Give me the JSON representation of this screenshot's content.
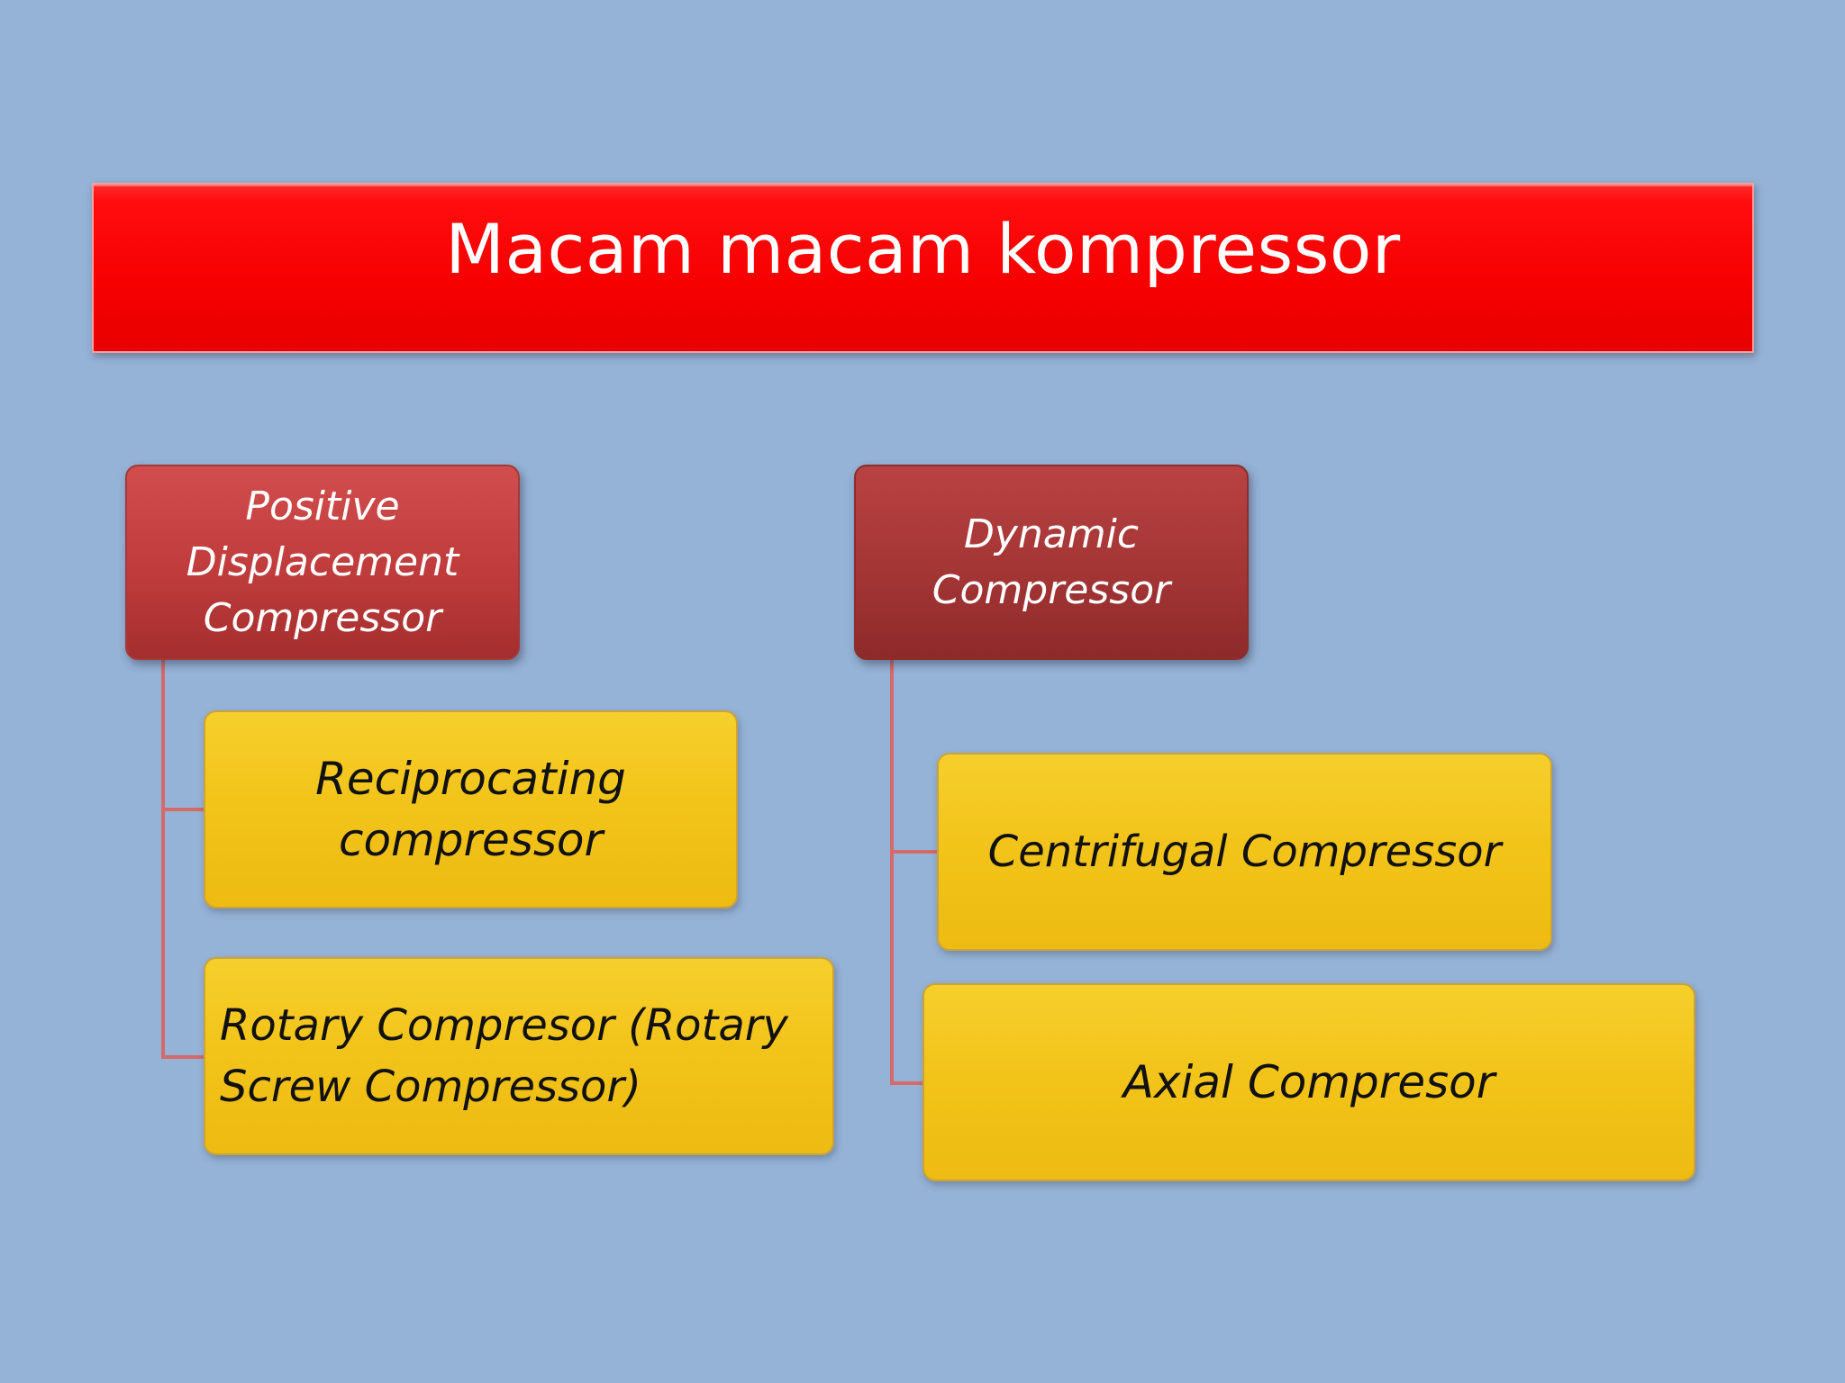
{
  "title": "Macam macam kompressor",
  "branches": [
    {
      "label": "Positive Displacement Compressor",
      "children": [
        {
          "label": "Reciprocating compressor"
        },
        {
          "label": "Rotary Compresor (Rotary Screw Compressor)"
        }
      ]
    },
    {
      "label": "Dynamic Compressor",
      "children": [
        {
          "label": "Centrifugal Compressor"
        },
        {
          "label": "Axial Compresor"
        }
      ]
    }
  ],
  "colors": {
    "background": "#95b3d7",
    "title_bar": "#ff0000",
    "parent_box": "#c0504d",
    "child_box": "#f2c314",
    "connector": "#d46a6a"
  }
}
